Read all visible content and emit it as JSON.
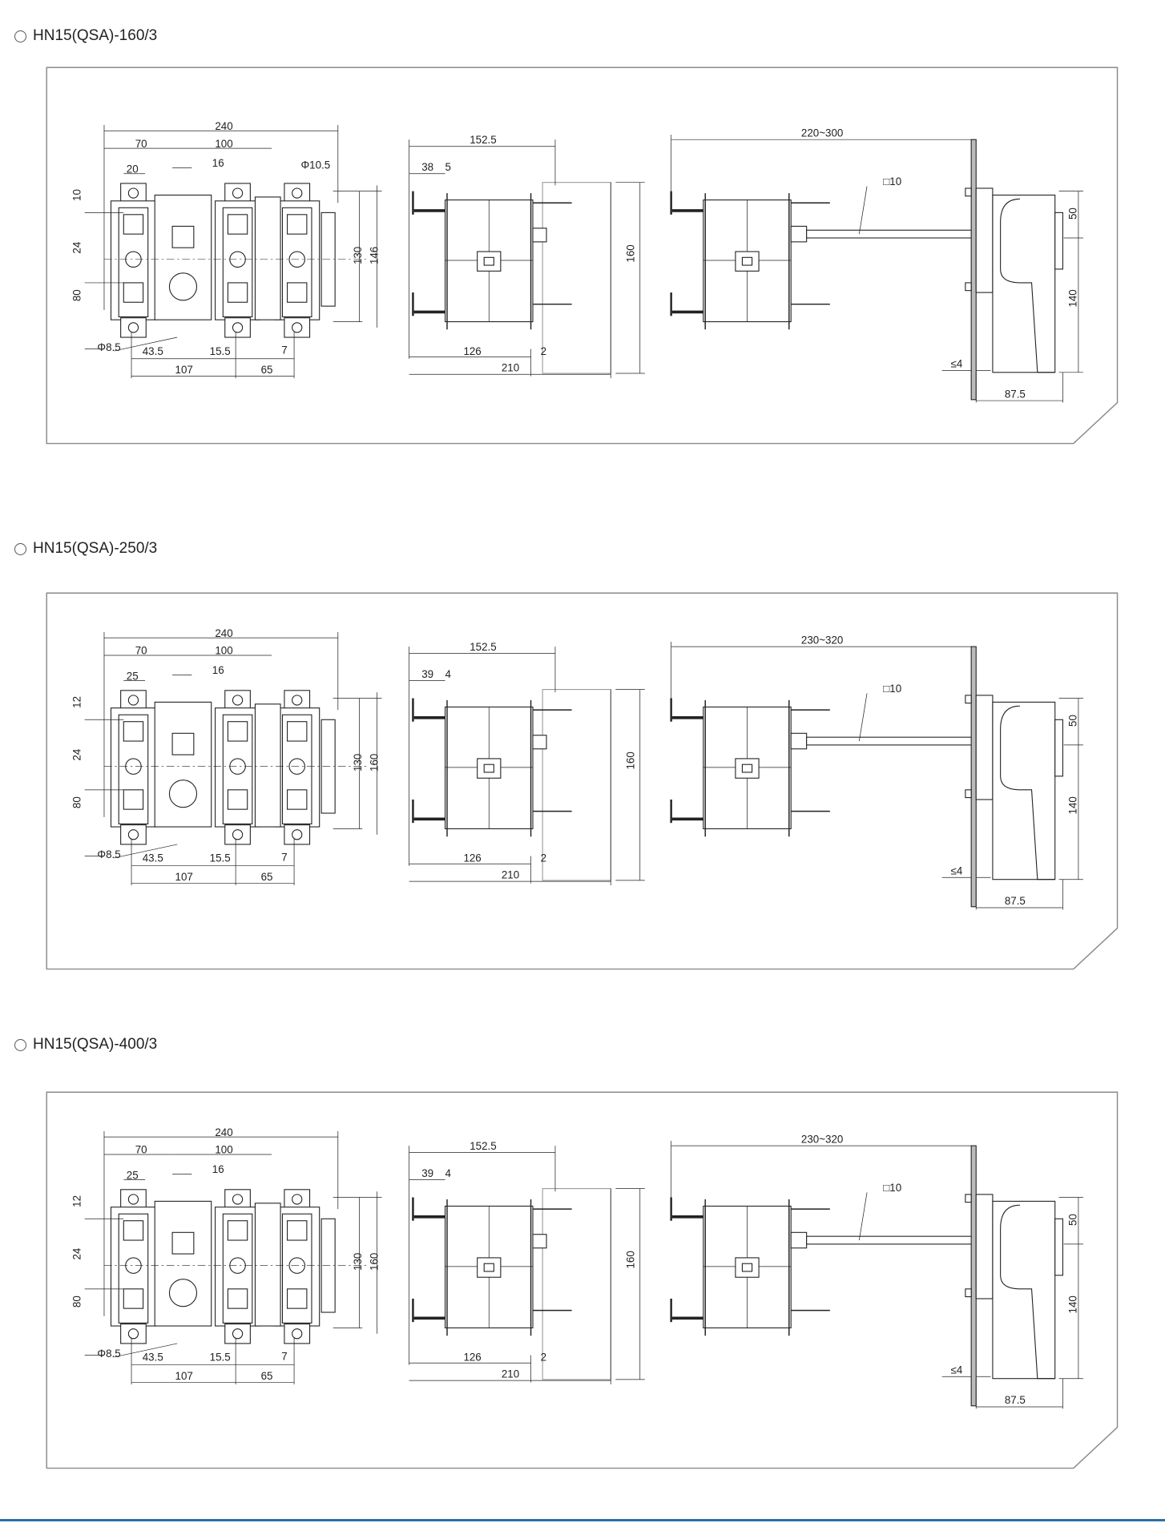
{
  "sections": [
    {
      "title": "HN15(QSA)-160/3",
      "dims": {
        "overall_width": "240",
        "w70": "70",
        "w100": "100",
        "w16": "16",
        "terminal_width": "20",
        "hole_dia_top": "Φ10.5",
        "top_offset": "10",
        "h24": "24",
        "h80": "80",
        "h130": "130",
        "overall_height": "146",
        "hole_dia_bottom": "Φ8.5",
        "w43_5": "43.5",
        "w15_5": "15.5",
        "w7": "7",
        "w107": "107",
        "w65": "65",
        "side_width": "152.5",
        "side_left": "38",
        "side_gap": "5",
        "side_height": "160",
        "side_base": "126",
        "side_gap2": "2",
        "side_total": "210",
        "shaft_length": "220~300",
        "shaft_square": "□10",
        "handle_upper": "50",
        "handle_lower": "140",
        "panel_thickness": "≤4",
        "handle_depth": "87.5"
      }
    },
    {
      "title": "HN15(QSA)-250/3",
      "dims": {
        "overall_width": "240",
        "w70": "70",
        "w100": "100",
        "w16": "16",
        "terminal_width": "25",
        "top_offset": "12",
        "h24": "24",
        "h80": "80",
        "h130": "130",
        "overall_height": "160",
        "hole_dia_bottom": "Φ8.5",
        "w43_5": "43.5",
        "w15_5": "15.5",
        "w7": "7",
        "w107": "107",
        "w65": "65",
        "side_width": "152.5",
        "side_left": "39",
        "side_gap": "4",
        "side_height": "160",
        "side_base": "126",
        "side_gap2": "2",
        "side_total": "210",
        "shaft_length": "230~320",
        "shaft_square": "□10",
        "handle_upper": "50",
        "handle_lower": "140",
        "panel_thickness": "≤4",
        "handle_depth": "87.5"
      }
    },
    {
      "title": "HN15(QSA)-400/3",
      "dims": {
        "overall_width": "240",
        "w70": "70",
        "w100": "100",
        "w16": "16",
        "terminal_width": "25",
        "top_offset": "12",
        "h24": "24",
        "h80": "80",
        "h130": "130",
        "overall_height": "160",
        "hole_dia_bottom": "Φ8.5",
        "w43_5": "43.5",
        "w15_5": "15.5",
        "w7": "7",
        "w107": "107",
        "w65": "65",
        "side_width": "152.5",
        "side_left": "39",
        "side_gap": "4",
        "side_height": "160",
        "side_base": "126",
        "side_gap2": "2",
        "side_total": "210",
        "shaft_length": "230~320",
        "shaft_square": "□10",
        "handle_upper": "50",
        "handle_lower": "140",
        "panel_thickness": "≤4",
        "handle_depth": "87.5"
      }
    }
  ],
  "colors": {
    "panel_border": "#8a8a8a",
    "footer_line": "#2b6fa8",
    "line": "#222222"
  }
}
